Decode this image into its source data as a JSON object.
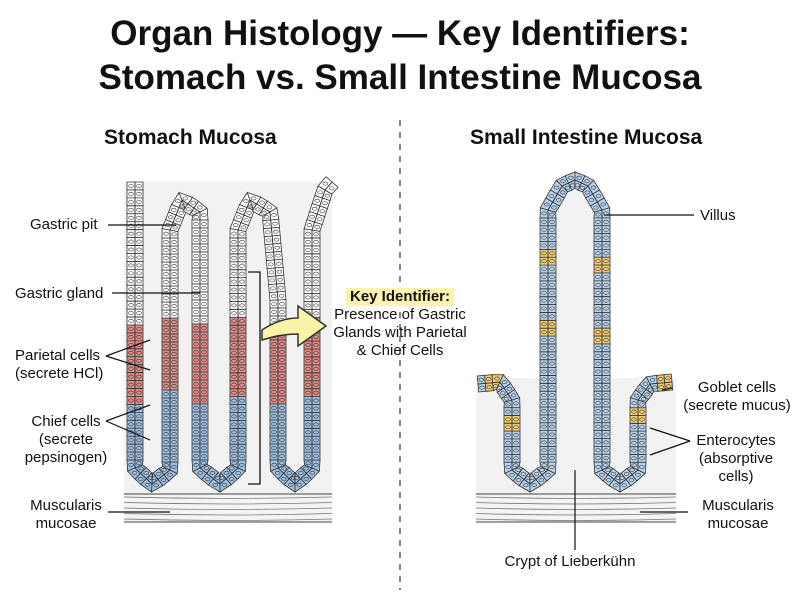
{
  "title_line1": "Organ Histology — Key Identifiers:",
  "title_line2": "Stomach vs. Small Intestine Mucosa",
  "stomach": {
    "heading": "Stomach Mucosa",
    "labels": {
      "gastric_pit": "Gastric pit",
      "gastric_gland": "Gastric gland",
      "parietal_1": "Parietal cells",
      "parietal_2": "(secrete HCl)",
      "chief_1": "Chief cells",
      "chief_2": "(secrete",
      "chief_3": "pepsinogen)",
      "musc_1": "Muscularis",
      "musc_2": "mucosae"
    }
  },
  "key_identifier": {
    "title": "Key Identifier:",
    "line1": "Presence of Gastric",
    "line2": "Glands with Parietal",
    "line3": "& Chief Cells"
  },
  "intestine": {
    "heading": "Small Intestine Mucosa",
    "labels": {
      "villus": "Villus",
      "goblet_1": "Goblet cells",
      "goblet_2": "(secrete mucus)",
      "entero_1": "Enterocytes",
      "entero_2": "(absorptive",
      "entero_3": "cells)",
      "musc_1": "Muscularis",
      "musc_2": "mucosae",
      "crypt": "Crypt of Lieberkühn"
    }
  },
  "colors": {
    "parietal": "#e08d89",
    "chief": "#9dbfe0",
    "goblet": "#f3cc73",
    "enterocyte": "#b7d2ec",
    "pit_cell": "#ffffff",
    "lamina": "#f2f2f2",
    "callout_fill": "#fbf3a8",
    "callout_stroke": "#333333"
  }
}
